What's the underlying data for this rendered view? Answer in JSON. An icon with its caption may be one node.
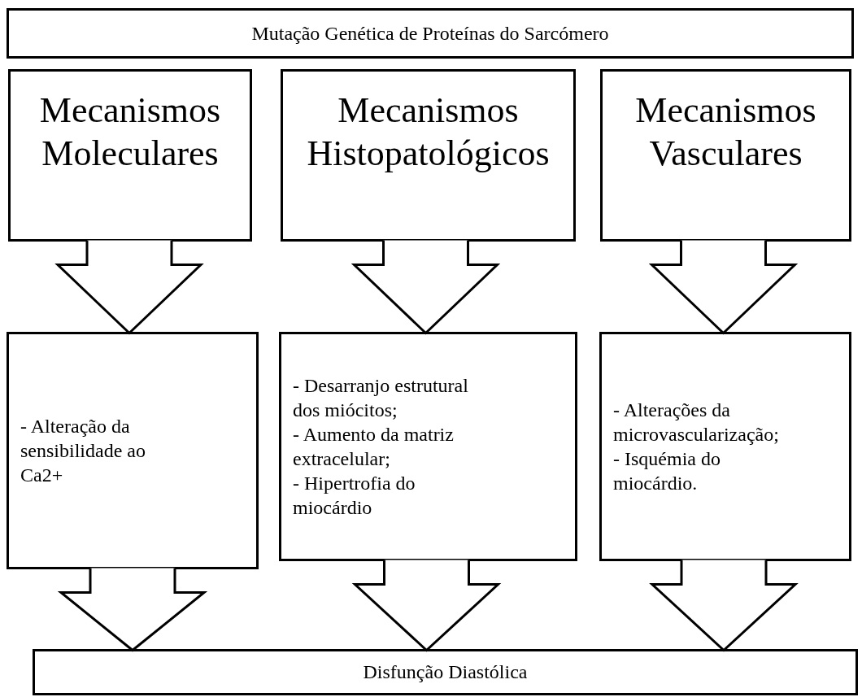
{
  "diagram": {
    "nodes": [
      {
        "text": [
          "Mutação Genética de Proteínas do Sarcómero"
        ]
      },
      {
        "text": [
          "Mecanismos Moleculares"
        ]
      },
      {
        "text": [
          "Mecanismos Histopatológicos"
        ]
      },
      {
        "text": [
          "Mecanismos Vasculares"
        ]
      },
      {
        "text": [
          "- Alteração da sensibilidade ao Ca2+"
        ]
      },
      {
        "text": [
          "- Desarranjo estrutural dos miócitos;",
          "- Aumento da matriz extracelular;",
          "- Hipertrofia do miocárdio"
        ]
      },
      {
        "text": [
          "- Alterações da microvascularização;",
          "- Isquémia do miocárdio."
        ]
      },
      {
        "text": [
          "Disfunção Diastólica"
        ]
      }
    ],
    "edges": [
      {
        "from": 1,
        "to": 4,
        "arrow": "to"
      },
      {
        "from": 2,
        "to": 5,
        "arrow": "to"
      },
      {
        "from": 3,
        "to": 6,
        "arrow": "to"
      },
      {
        "from": 4,
        "to": 7,
        "arrow": "to"
      },
      {
        "from": 5,
        "to": 7,
        "arrow": "to"
      },
      {
        "from": 6,
        "to": 7,
        "arrow": "to"
      }
    ]
  }
}
